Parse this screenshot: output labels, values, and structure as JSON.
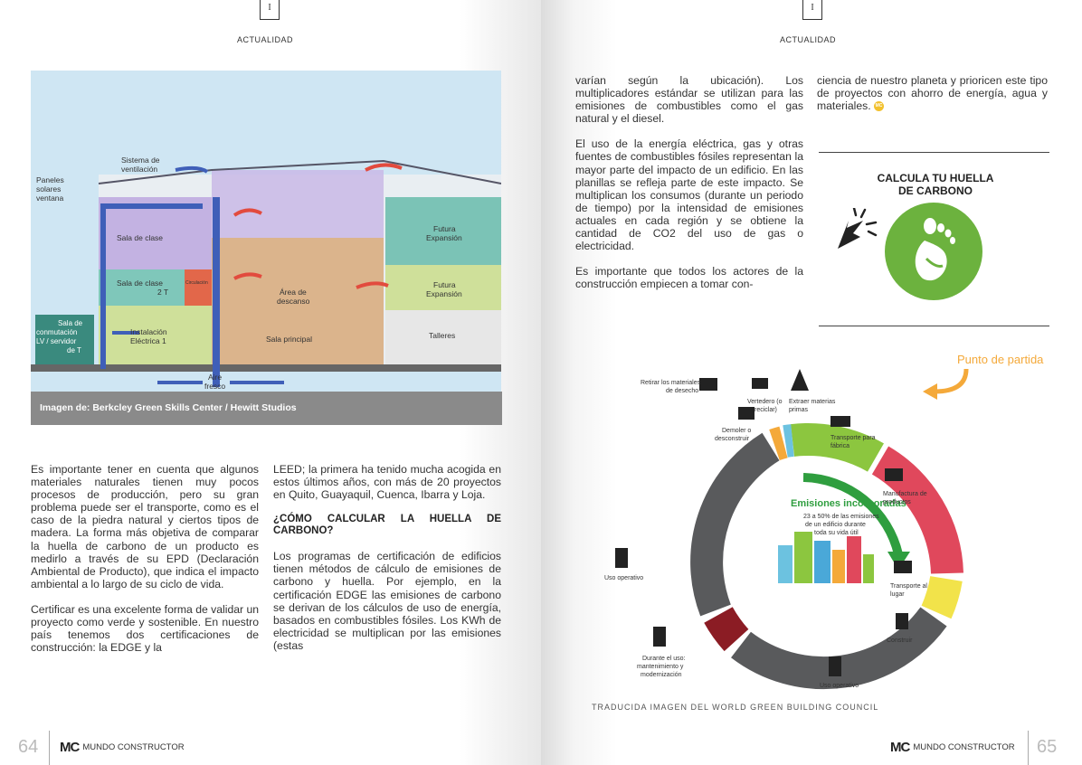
{
  "left_page": {
    "section_mark": "I",
    "section_title": "ACTUALIDAD",
    "figure": {
      "labels": {
        "ventilation": [
          "Sistema de",
          "ventilación"
        ],
        "solar": [
          "Paneles",
          "solares",
          "ventana"
        ],
        "class1": "Sala de clase",
        "class2": [
          "Sala de clase",
          "2 T"
        ],
        "circ": "Circulación",
        "rest": [
          "Área de",
          "descanso"
        ],
        "main_hall": "Sala principal",
        "future1": [
          "Futura",
          "Expansión"
        ],
        "future2": [
          "Futura",
          "Expansión"
        ],
        "workshops": "Talleres",
        "electrical": [
          "Instalación",
          "Eléctrica 1"
        ],
        "switch_room": [
          "Sala de",
          "conmutación",
          "LV / servidor",
          "de T"
        ],
        "fresh_air": [
          "Aire",
          "fresco"
        ]
      }
    },
    "caption": "Imagen de: Berkcley Green Skills Center / Hewitt Studios",
    "col1": [
      "Es importante tener en cuenta que algunos materiales naturales tienen muy pocos procesos de producción, pero su gran problema puede ser el transporte, como es el caso de la piedra natural y ciertos tipos de madera. La forma más objetiva de comparar la huella de carbono de un producto es medirlo a través de su EPD (Declaración Ambiental de Producto), que indica el impacto ambiental a lo largo de su ciclo de vida.",
      "Certificar es una excelente forma de validar un proyecto como verde y sostenible. En nuestro país tenemos dos certificaciones de construcción: la EDGE y la"
    ],
    "col2_intro": "LEED; la primera ha tenido mucha acogida en estos últimos años, con más de 20 proyectos en Quito, Guayaquil, Cuenca, Ibarra y Loja.",
    "subheading": "¿CÓMO CALCULAR LA HUELLA DE CARBONO?",
    "col2_body": "Los programas de certificación de edificios tienen métodos de cálculo de emisiones de carbono y huella. Por ejemplo, en la certificación EDGE las emisiones de carbono se derivan de los cálculos de uso de energía, basados en combustibles fósiles. Los KWh de electricidad se multiplican por las emisiones (estas",
    "folio": "64",
    "brand_logo": "MC",
    "brand_name": "MUNDO CONSTRUCTOR"
  },
  "right_page": {
    "section_mark": "I",
    "section_title": "ACTUALIDAD",
    "col1": [
      "varían según la ubicación). Los multiplicadores estándar se utilizan para las emisiones de combustibles como el gas natural y el diesel.",
      "El uso de la energía eléctrica, gas y otras fuentes de combustibles fósiles representan la mayor parte del impacto de un edificio. En las planillas se refleja parte de este impacto. Se multiplican los consumos (durante un periodo de tiempo) por la intensidad de emisiones actuales en cada región y se obtiene la cantidad de CO2 del uso de gas o electricidad.",
      "Es importante que todos los actores de la construcción empiecen a tomar con-"
    ],
    "col2": "ciencia de nuestro planeta y prioricen este tipo de proyectos con ahorro de energía, agua y materiales.",
    "end_mark": "MC",
    "sidebar_title": [
      "CALCULA TU HUELLA",
      "DE CARBONO"
    ],
    "infographic": {
      "start_label": "Punto de partida",
      "center_title": "Emisiones incorporadas",
      "center_text": [
        "23 a 50% de las emisiones",
        "de un edificio durante",
        "toda su vida útil"
      ],
      "labels": {
        "waste": [
          "Retirar los materiales",
          "de desecho"
        ],
        "landfill": [
          "Vertedero (o",
          "reciclar)"
        ],
        "extract": [
          "Extraer materias",
          "primas"
        ],
        "demolish": [
          "Demoler o",
          "desconstruir"
        ],
        "transport_factory": [
          "Transporte para",
          "fábrica"
        ],
        "manufacture": [
          "Manufactura de",
          "productos"
        ],
        "transport_site": [
          "Transporte al",
          "lugar"
        ],
        "build": "Construir",
        "operational_left": "Uso operativo",
        "operational_bottom": "Uso operativo",
        "maintenance": [
          "Durante el uso:",
          "mantenimiento y",
          "modernización"
        ]
      },
      "colors": {
        "green": "#8cc63f",
        "red": "#e0485c",
        "grey": "#595a5c",
        "yellow": "#f2e34a",
        "orange": "#f4a93a",
        "blue": "#6cc2e0",
        "darkred": "#8b1c24"
      }
    },
    "infographic_caption": "TRADUCIDA IMAGEN DEL WORLD GREEN BUILDING COUNCIL",
    "folio": "65",
    "brand_logo": "MC",
    "brand_name": "MUNDO CONSTRUCTOR"
  }
}
